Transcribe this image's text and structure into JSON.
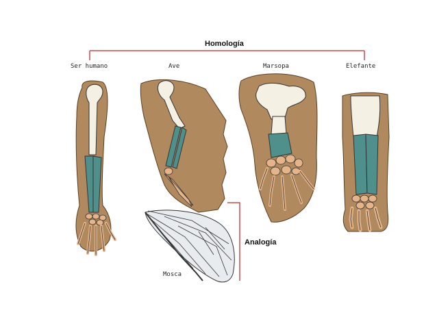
{
  "diagram": {
    "title_homology": "Homología",
    "title_analogy": "Analogía",
    "labels": {
      "human": "Ser humano",
      "bird": "Ave",
      "porpoise": "Marsopa",
      "elephant": "Elefante",
      "fly": "Mosca"
    }
  },
  "colors": {
    "bracket": "#c84a4a",
    "tissue": "#b08a5e",
    "tissue_dark": "#5a3e22",
    "upper_bone": "#f4f1e4",
    "forearm_bone": "#4f8f8c",
    "hand_bone": "#e6b48a",
    "bone_outline": "#333333",
    "wing_membrane": "#e8ecef"
  }
}
